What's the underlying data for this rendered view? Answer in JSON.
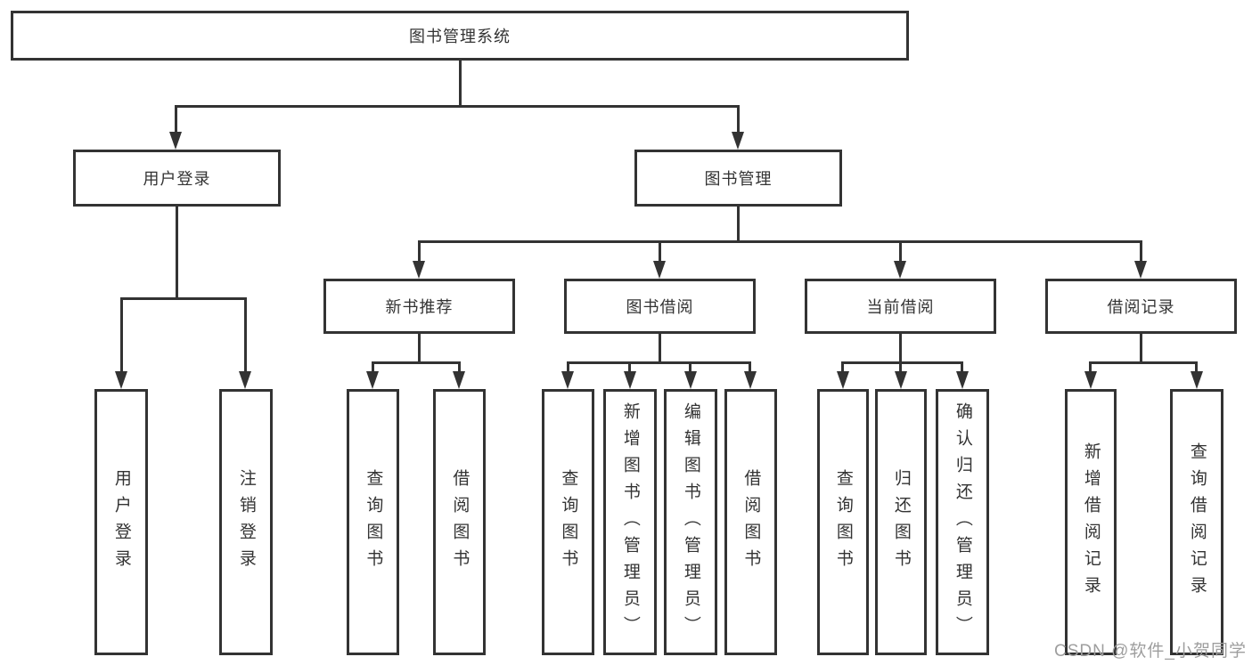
{
  "colors": {
    "line": "#333333",
    "text": "#333333",
    "background": "#ffffff",
    "watermark": "#9e9e9e"
  },
  "diagram": {
    "root": "图书管理系统",
    "l2": [
      "用户登录",
      "图书管理"
    ],
    "l3": [
      "新书推荐",
      "图书借阅",
      "当前借阅",
      "借阅记录"
    ],
    "leaves": {
      "user": [
        "用户登录",
        "注销登录"
      ],
      "newbook": [
        "查询图书",
        "借阅图书"
      ],
      "borrow": [
        "查询图书",
        "新增图书（管理员）",
        "编辑图书（管理员）",
        "借阅图书"
      ],
      "current": [
        "查询图书",
        "归还图书",
        "确认归还（管理员）"
      ],
      "record": [
        "新增借阅记录",
        "查询借阅记录"
      ]
    }
  },
  "watermark": "CSDN @软件_小贺同学"
}
